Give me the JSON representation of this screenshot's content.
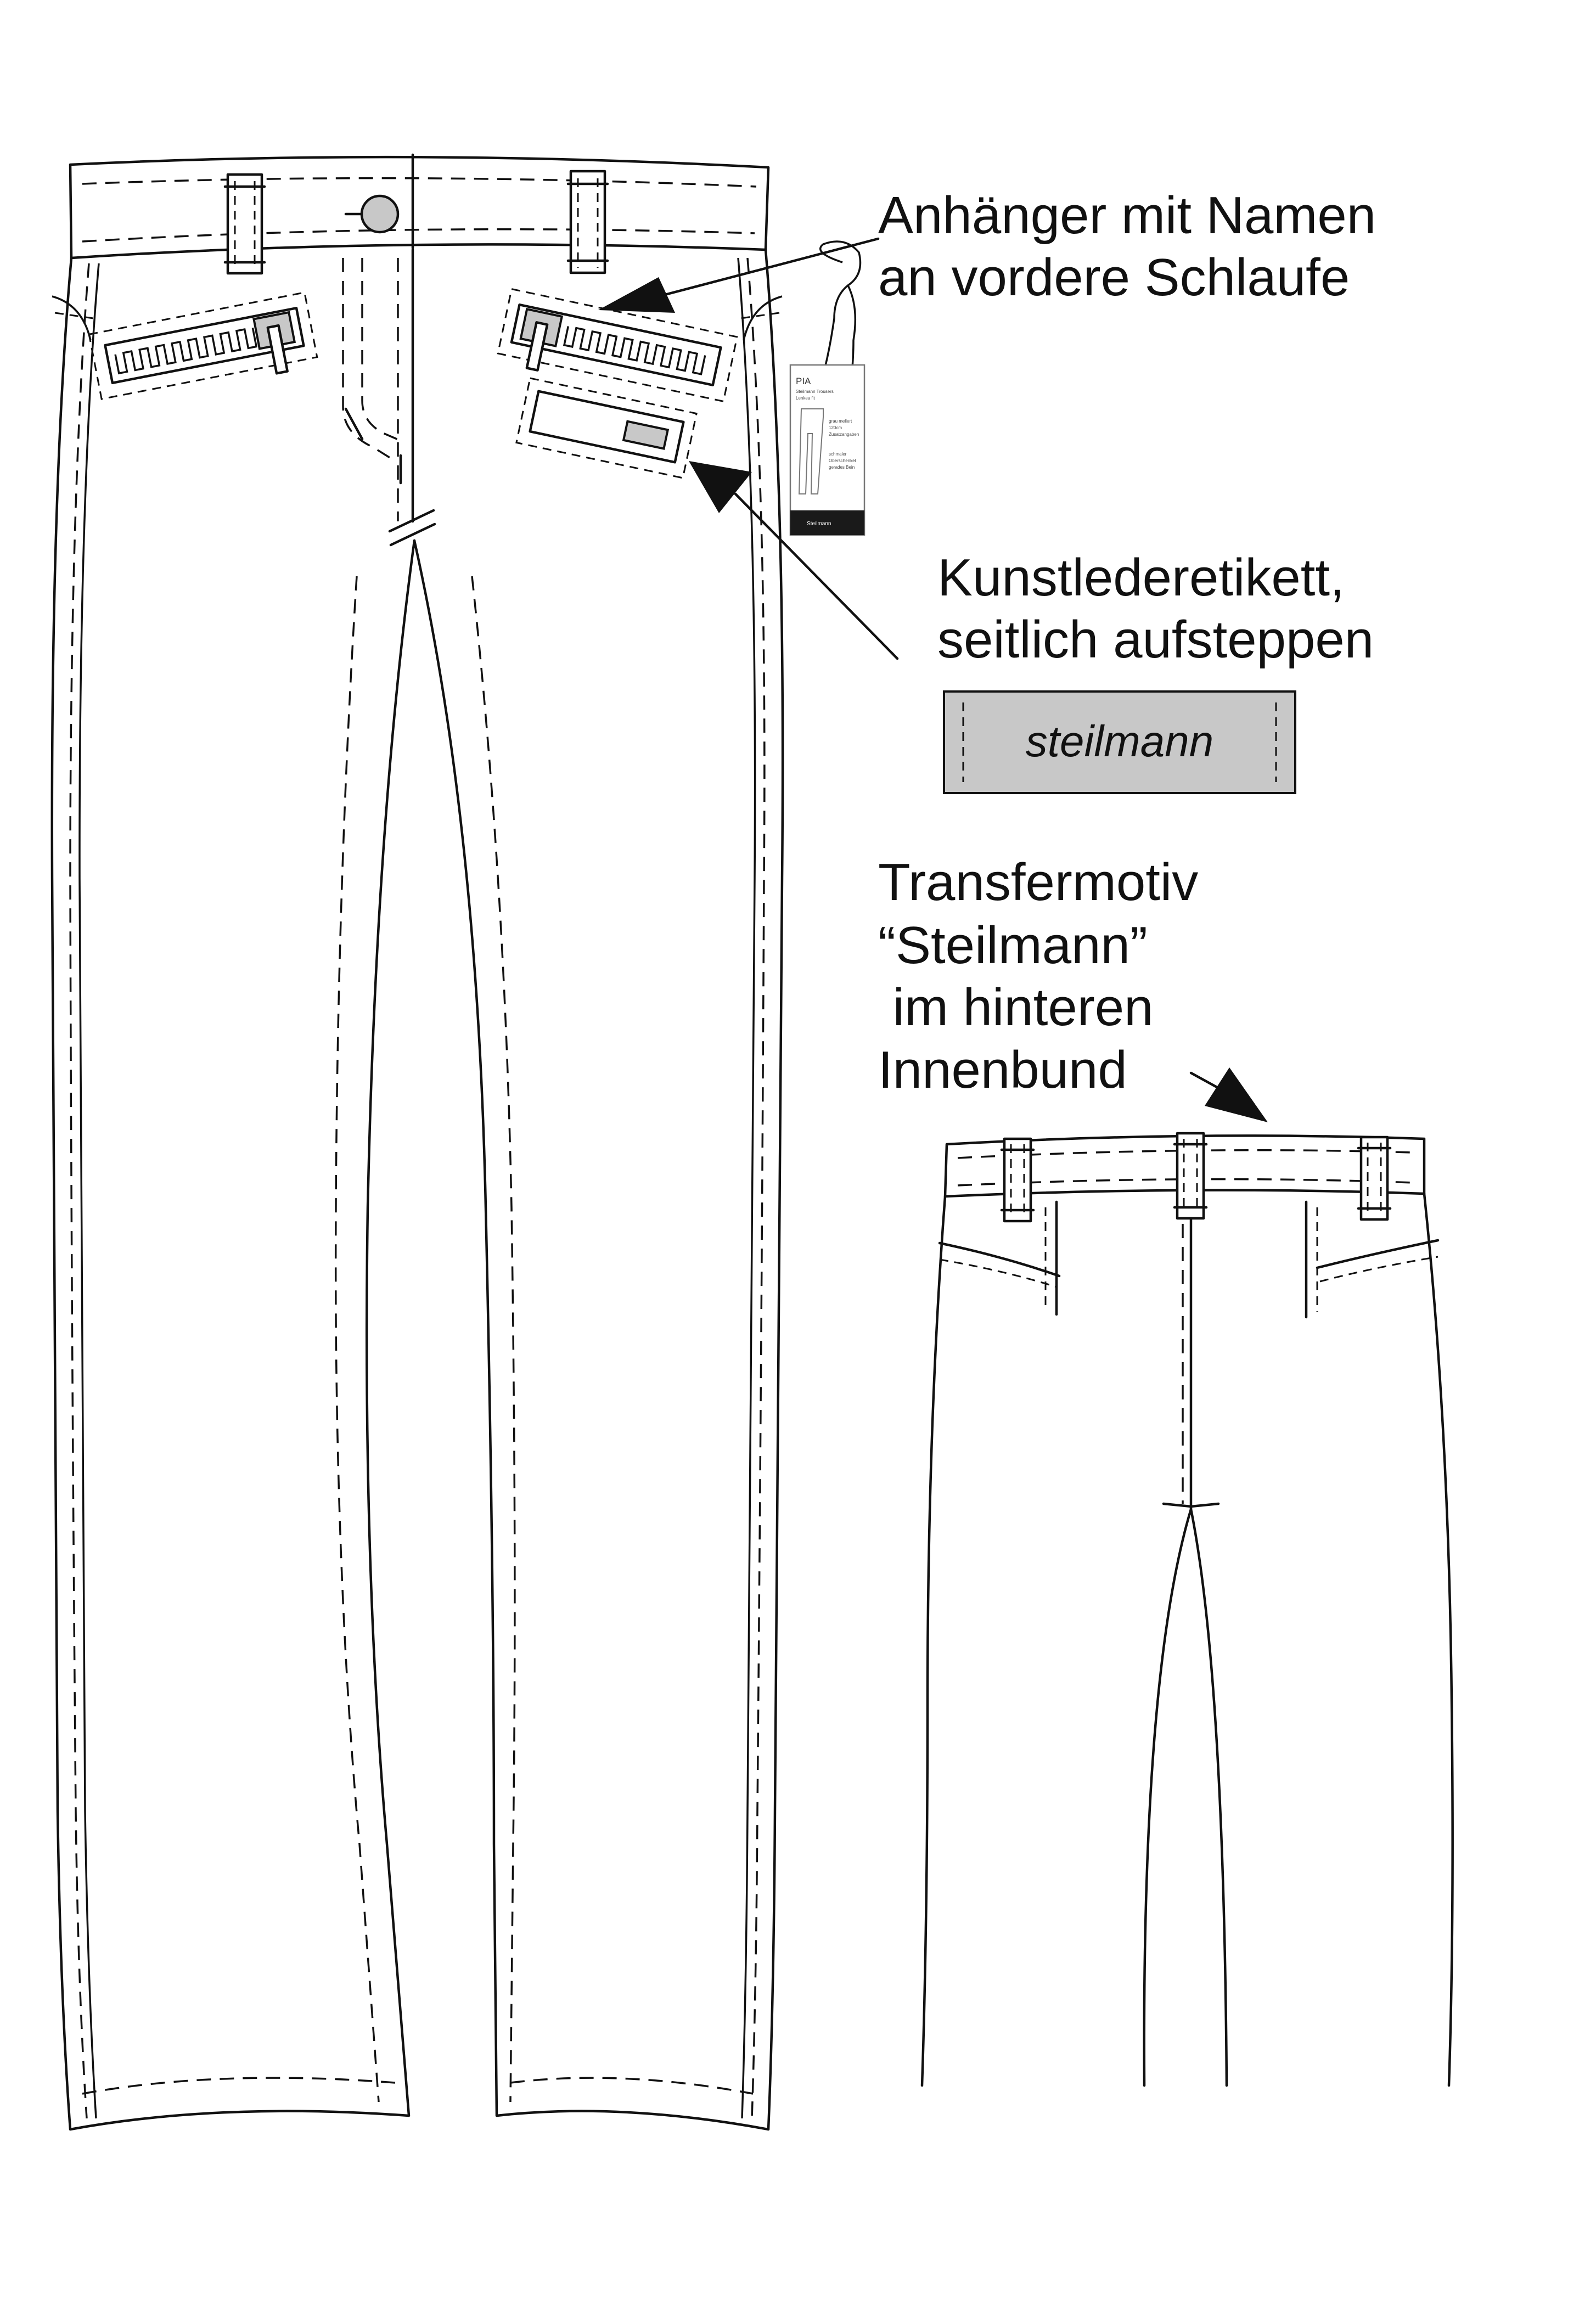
{
  "labels": {
    "tag_callout": [
      "Anhänger mit Namen",
      "an vordere Schlaufe"
    ],
    "label_callout": [
      "Kunstlederetikett,",
      "seitlich aufsteppen"
    ],
    "transfer_callout": [
      "Transfermotiv",
      "“Steilmann”",
      " im hinteren",
      "Innenbund"
    ]
  },
  "patch": {
    "text": "steilmann"
  },
  "hangtag": {
    "name": "PIA",
    "line1": "Steilmann Trousers",
    "line2": "Lenkea fit",
    "detail1": "grau meliert",
    "detail2": "120cm",
    "detail3": "Zusatzangaben",
    "detail4": "schmaler",
    "detail5": "Oberschenkel",
    "detail6": "gerades Bein",
    "brand": "Steilmann"
  },
  "colors": {
    "ink": "#111111",
    "grey": "#c8c8c8",
    "tag_band": "#1a1a1a"
  },
  "icons": {
    "button": "button-icon",
    "zipper": "zipper-icon",
    "arrow": "arrow-icon"
  }
}
